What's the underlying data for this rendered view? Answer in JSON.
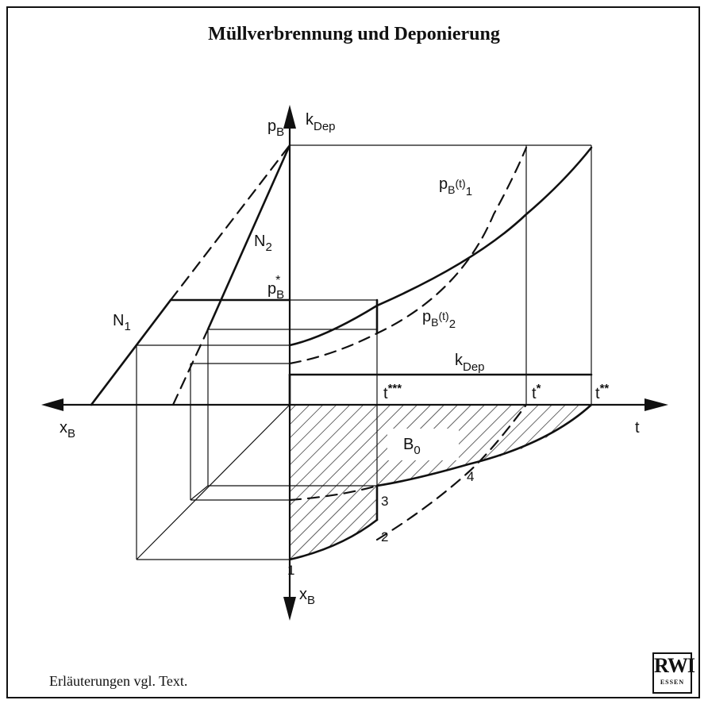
{
  "title": "Müllverbrennung und Deponierung",
  "footnote": "Erläuterungen vgl. Text.",
  "logo": {
    "main": "RWI",
    "sub": "ESSEN"
  },
  "labels": {
    "pB_axis": {
      "base": "p",
      "sub": "B"
    },
    "kDep_axis": {
      "base": "k",
      "sub": "Dep"
    },
    "xB_left": {
      "base": "x",
      "sub": "B"
    },
    "xB_down": {
      "base": "x",
      "sub": "B"
    },
    "t_axis": "t",
    "N1": {
      "base": "N",
      "sub": "1"
    },
    "N2": {
      "base": "N",
      "sub": "2"
    },
    "pB_star": {
      "base": "p",
      "sub": "B",
      "sup": "*"
    },
    "pBt1": {
      "base": "p",
      "sub": "B",
      "mid": "(t)",
      "sub2": "1"
    },
    "pBt2": {
      "base": "p",
      "sub": "B",
      "mid": "(t)",
      "sub2": "2"
    },
    "kDep_line": {
      "base": "k",
      "sub": "Dep"
    },
    "t3star": {
      "base": "t",
      "sup": "***"
    },
    "t1star": {
      "base": "t",
      "sup": "*"
    },
    "t2star": {
      "base": "t",
      "sup": "**"
    },
    "B0": {
      "base": "B",
      "sub": "0"
    },
    "pt1": "1",
    "pt2": "2",
    "pt3": "3",
    "pt4": "4"
  },
  "colors": {
    "ink": "#111111",
    "paper": "#ffffff"
  }
}
